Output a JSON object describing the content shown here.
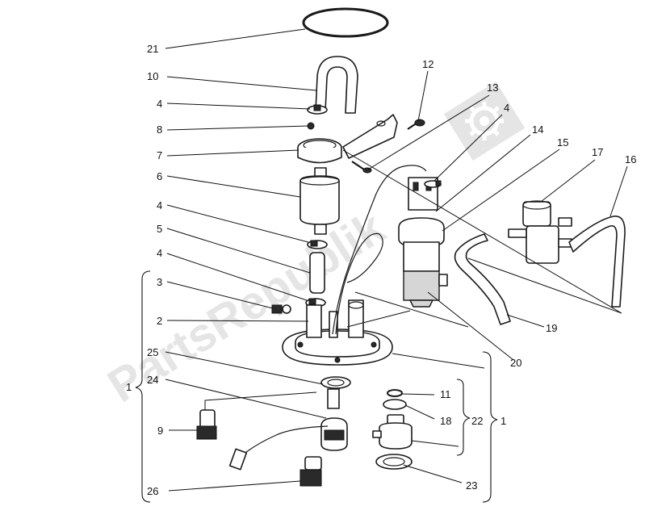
{
  "watermark": {
    "text": "PartsRepublik",
    "color": "#cfcfcf"
  },
  "callouts": {
    "c21": "21",
    "c10": "10",
    "c4a": "4",
    "c8": "8",
    "c7": "7",
    "c6": "6",
    "c4b": "4",
    "c5": "5",
    "c4c": "4",
    "c3": "3",
    "c2": "2",
    "c25": "25",
    "c24": "24",
    "c9": "9",
    "c26": "26",
    "c1left": "1",
    "c12": "12",
    "c13": "13",
    "c4d": "4",
    "c14": "14",
    "c15": "15",
    "c17": "17",
    "c16": "16",
    "c19": "19",
    "c20": "20",
    "c11": "11",
    "c18": "18",
    "c22": "22",
    "c1right": "1",
    "c23": "23"
  }
}
